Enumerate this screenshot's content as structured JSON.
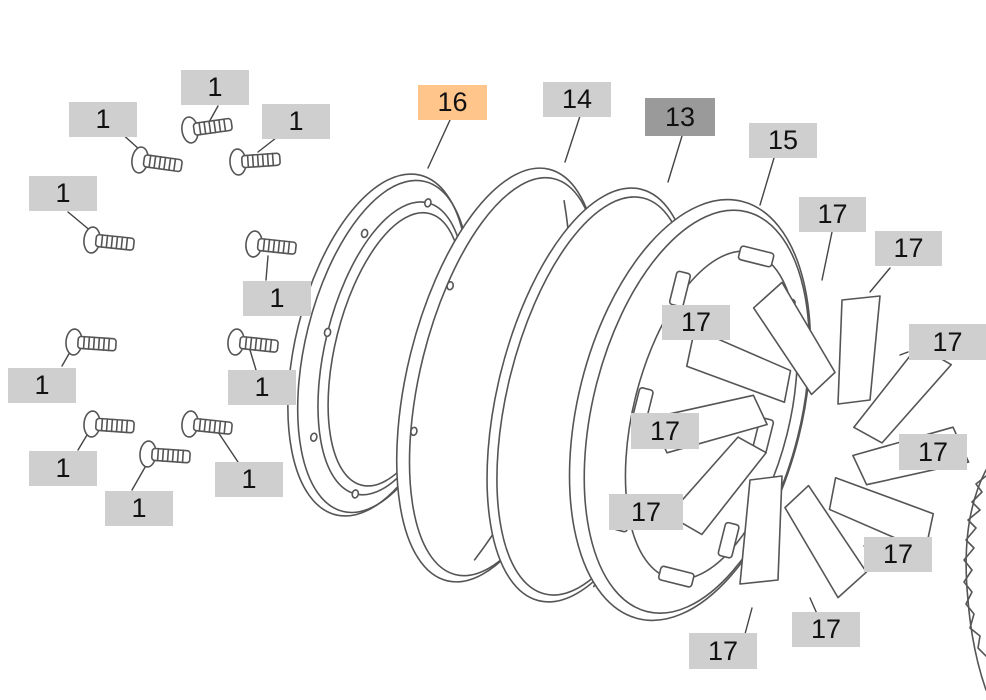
{
  "callout_colors": {
    "default": "#cfcfcf",
    "highlighted": "#ffc58a",
    "dark": "#9a9a9a",
    "line_stroke": "#555555"
  },
  "callouts": [
    {
      "id": "c-1-a",
      "label": "1"
    },
    {
      "id": "c-1-b",
      "label": "1"
    },
    {
      "id": "c-1-c",
      "label": "1"
    },
    {
      "id": "c-1-d",
      "label": "1"
    },
    {
      "id": "c-1-e",
      "label": "1"
    },
    {
      "id": "c-1-f",
      "label": "1"
    },
    {
      "id": "c-1-g",
      "label": "1"
    },
    {
      "id": "c-1-h",
      "label": "1"
    },
    {
      "id": "c-1-i",
      "label": "1"
    },
    {
      "id": "c-1-j",
      "label": "1"
    },
    {
      "id": "c-16",
      "label": "16",
      "style": "highlighted"
    },
    {
      "id": "c-14",
      "label": "14"
    },
    {
      "id": "c-13",
      "label": "13",
      "style": "dark"
    },
    {
      "id": "c-15",
      "label": "15"
    },
    {
      "id": "c-17-a",
      "label": "17"
    },
    {
      "id": "c-17-b",
      "label": "17"
    },
    {
      "id": "c-17-c",
      "label": "17"
    },
    {
      "id": "c-17-d",
      "label": "17"
    },
    {
      "id": "c-17-e",
      "label": "17"
    },
    {
      "id": "c-17-f",
      "label": "17"
    },
    {
      "id": "c-17-g",
      "label": "17"
    },
    {
      "id": "c-17-h",
      "label": "17"
    },
    {
      "id": "c-17-i",
      "label": "17"
    },
    {
      "id": "c-17-j",
      "label": "17"
    }
  ]
}
